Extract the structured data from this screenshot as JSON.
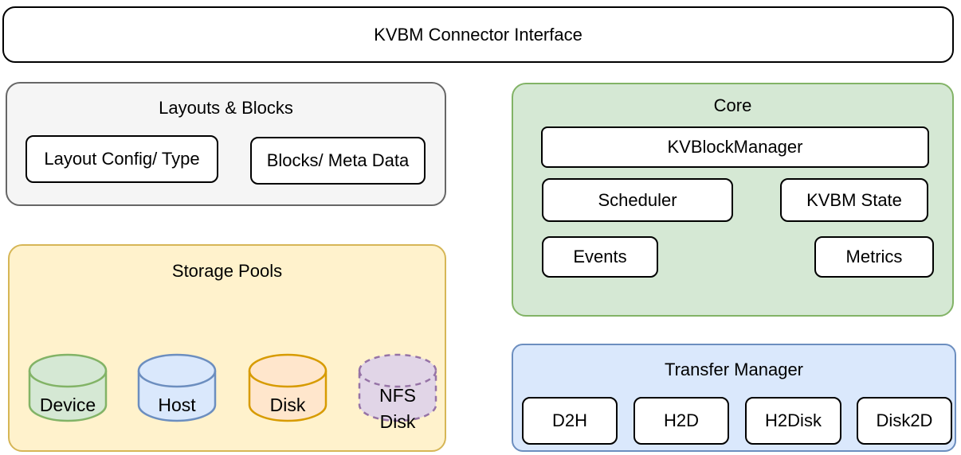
{
  "title_bar": {
    "label": "KVBM Connector Interface"
  },
  "layouts_blocks": {
    "title": "Layouts & Blocks",
    "fill": "#F5F5F5",
    "stroke": "#666666",
    "items": [
      {
        "label": "Layout Config/ Type"
      },
      {
        "label": "Blocks/ Meta Data"
      }
    ]
  },
  "core": {
    "title": "Core",
    "fill": "#D5E8D4",
    "stroke": "#82B366",
    "manager": {
      "label": "KVBlockManager"
    },
    "items": [
      {
        "label": "Scheduler"
      },
      {
        "label": "KVBM State"
      },
      {
        "label": "Events"
      },
      {
        "label": "Metrics"
      }
    ]
  },
  "storage_pools": {
    "title": "Storage Pools",
    "fill": "#FFF2CC",
    "stroke": "#D6B656",
    "pools": [
      {
        "label": "Device",
        "fill": "#D5E8D4",
        "stroke": "#82B366",
        "border_style": "solid"
      },
      {
        "label": "Host",
        "fill": "#DAE8FC",
        "stroke": "#6C8EBF",
        "border_style": "solid"
      },
      {
        "label": "Disk",
        "fill": "#FFE6CC",
        "stroke": "#D79B00",
        "border_style": "solid"
      },
      {
        "label": "NFS\nDisk",
        "fill": "#E1D5E7",
        "stroke": "#9673A6",
        "border_style": "dashed"
      }
    ]
  },
  "transfer_manager": {
    "title": "Transfer Manager",
    "fill": "#DAE8FC",
    "stroke": "#6C8EBF",
    "items": [
      {
        "label": "D2H"
      },
      {
        "label": "H2D"
      },
      {
        "label": "H2Disk"
      },
      {
        "label": "Disk2D"
      }
    ]
  }
}
